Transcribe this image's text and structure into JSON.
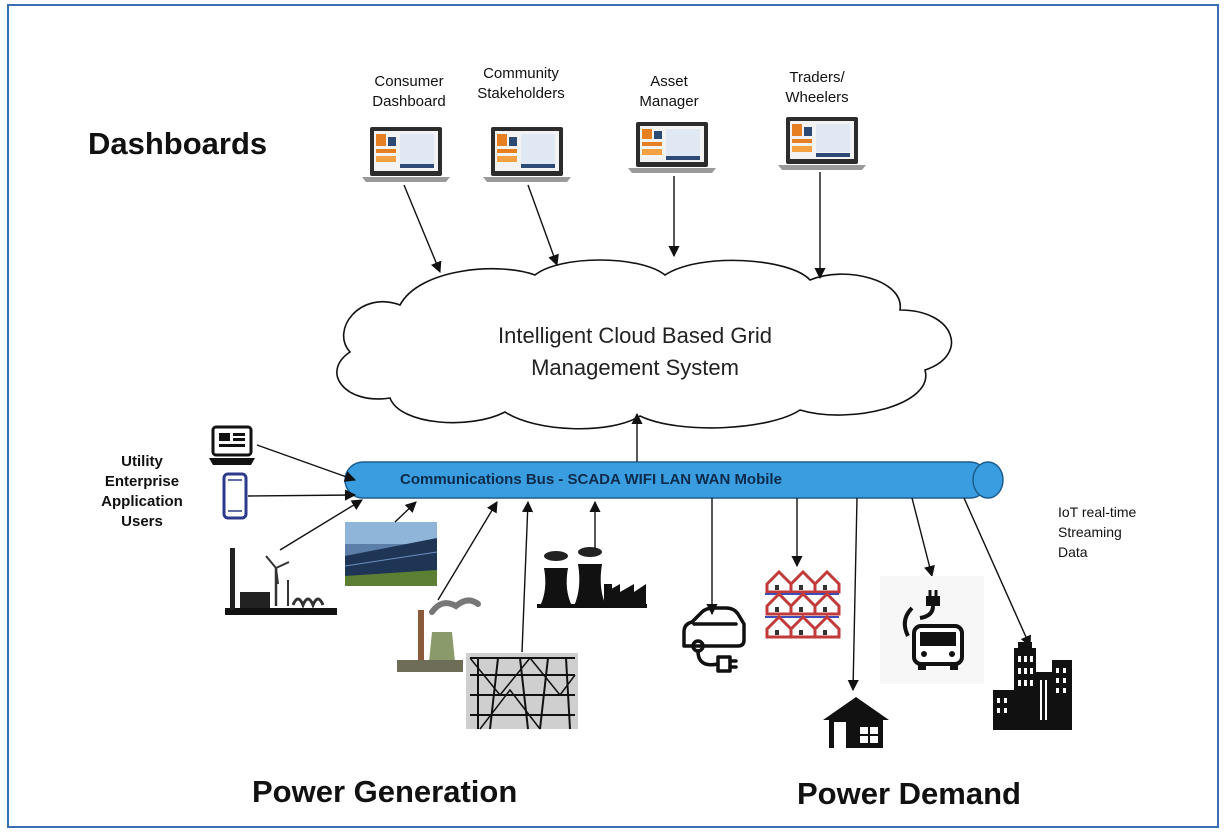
{
  "headings": {
    "dashboards": "Dashboards",
    "power_generation": "Power Generation",
    "power_demand": "Power Demand"
  },
  "dashboards": [
    {
      "label": "Consumer Dashboard"
    },
    {
      "label": "Community Stakeholders"
    },
    {
      "label": "Asset Manager"
    },
    {
      "label": "Traders/ Wheelers"
    }
  ],
  "cloud": {
    "label_line1": "Intelligent Cloud Based Grid",
    "label_line2": "Management System"
  },
  "bus": {
    "label": "Communications Bus - SCADA  WIFI LAN WAN Mobile",
    "color": "#3a9de0"
  },
  "utility_users": {
    "line1": "Utility",
    "line2": "Enterprise",
    "line3": "Application",
    "line4": "Users"
  },
  "iot": {
    "line1": "IoT real-time",
    "line2": "Streaming",
    "line3": "Data"
  },
  "icons": {
    "generation": [
      "laptop-icon",
      "smartphone-icon",
      "wind-turbine-icon",
      "solar-panel-icon",
      "nuclear-plant-icon",
      "coal-plant-icon",
      "substation-icon"
    ],
    "demand": [
      "electric-car-icon",
      "houses-icon",
      "home-icon",
      "electric-bus-icon",
      "buildings-icon"
    ]
  }
}
